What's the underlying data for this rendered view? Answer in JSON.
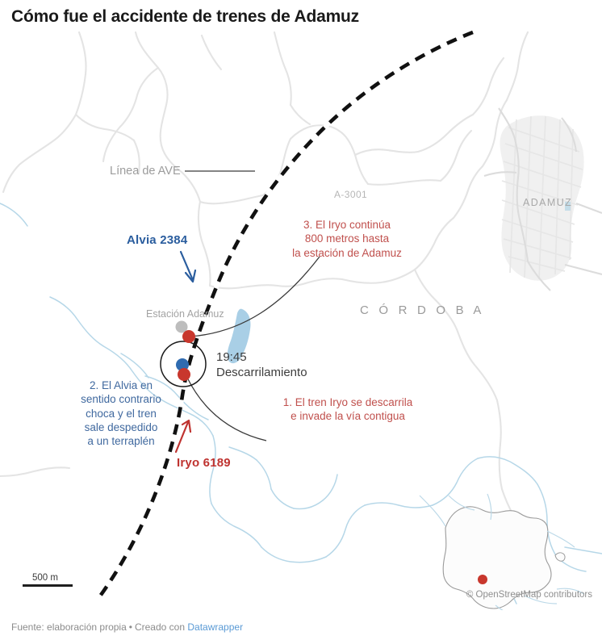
{
  "title": "Cómo fue el accidente de trenes de Adamuz",
  "map": {
    "place_labels": {
      "province": "C Ó R D O B A",
      "town": "ADAMUZ",
      "road": "A-3001",
      "station": "Estación Adamuz"
    },
    "ave_line_label": "Línea de AVE",
    "trains": {
      "alvia": "Alvia 2384",
      "iryo": "Iryo 6189"
    },
    "event": {
      "time": "19:45",
      "label": "Descarrilamiento"
    },
    "annotations": [
      {
        "id": "note-1",
        "color": "#c0504d",
        "lines": [
          "1. El tren Iryo se descarrila",
          "e invade la vía contigua"
        ]
      },
      {
        "id": "note-2",
        "color": "#40699f",
        "lines": [
          "2. El Alvia en",
          "sentido contrario",
          "choca y el tren",
          "sale despedido",
          "a un terraplén"
        ]
      },
      {
        "id": "note-3",
        "color": "#c0504d",
        "lines": [
          "3. El Iryo continúa",
          "800 metros hasta",
          "la estación de Adamuz"
        ]
      }
    ],
    "markers": [
      {
        "name": "station-marker",
        "color": "#bdbdbd"
      },
      {
        "name": "iryo-final-marker",
        "color": "#c8372d"
      },
      {
        "name": "alvia-marker",
        "color": "#2f6bb0"
      },
      {
        "name": "iryo-derail-marker",
        "color": "#c8372d"
      },
      {
        "name": "inset-location-marker",
        "color": "#c8372d"
      }
    ],
    "scale": {
      "label": "500 m"
    },
    "attribution": "© OpenStreetMap contributors"
  },
  "footer": {
    "source": "Fuente: elaboración propia",
    "separator": "•",
    "created_with_prefix": "Creado con",
    "created_with_link": "Datawrapper"
  },
  "colors": {
    "blue_accent": "#2a5d9e",
    "red_accent": "#bf3330",
    "note_red": "#c0504d",
    "note_blue": "#40699f",
    "marker_red": "#c8372d",
    "marker_blue": "#2f6bb0",
    "marker_gray": "#bdbdbd",
    "water": "#9ec9e2",
    "road": "#e2e2e2",
    "link": "#5a9ad5"
  }
}
